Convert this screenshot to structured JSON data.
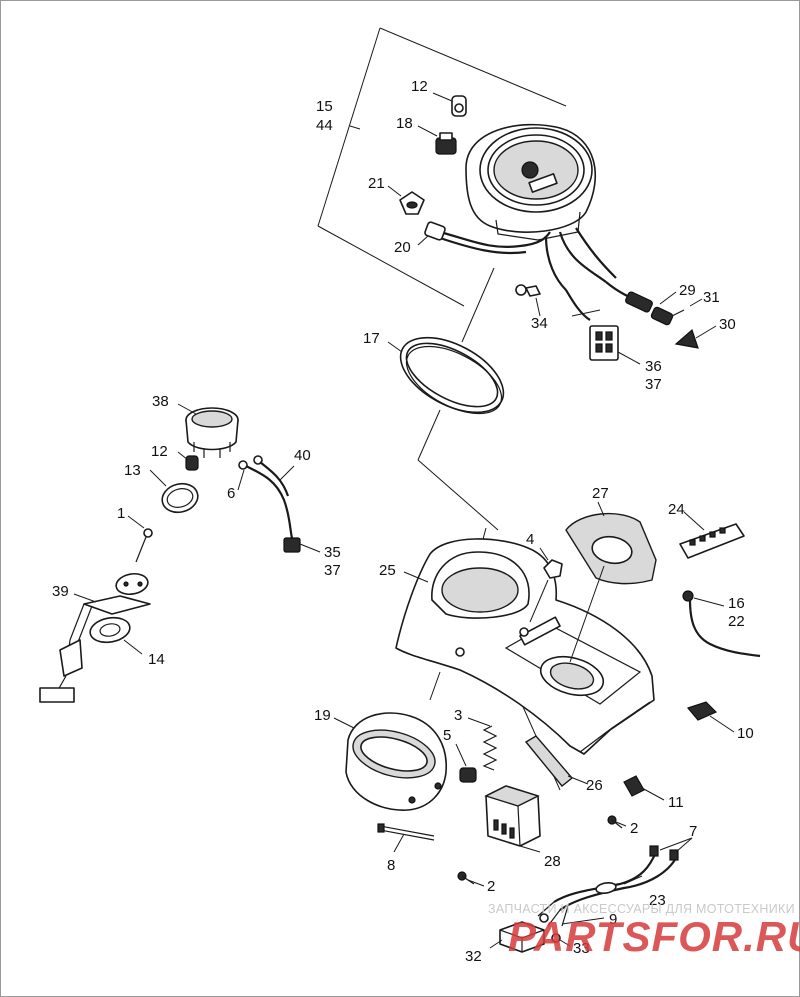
{
  "callouts": [
    {
      "id": "c15",
      "text": "15"
    },
    {
      "id": "c44",
      "text": "44"
    },
    {
      "id": "c12a",
      "text": "12"
    },
    {
      "id": "c18",
      "text": "18"
    },
    {
      "id": "c21",
      "text": "21"
    },
    {
      "id": "c20",
      "text": "20"
    },
    {
      "id": "c29",
      "text": "29"
    },
    {
      "id": "c31",
      "text": "31"
    },
    {
      "id": "c34",
      "text": "34"
    },
    {
      "id": "c30",
      "text": "30"
    },
    {
      "id": "c17",
      "text": "17"
    },
    {
      "id": "c36",
      "text": "36"
    },
    {
      "id": "c37a",
      "text": "37"
    },
    {
      "id": "c38",
      "text": "38"
    },
    {
      "id": "c12b",
      "text": "12"
    },
    {
      "id": "c40",
      "text": "40"
    },
    {
      "id": "c13",
      "text": "13"
    },
    {
      "id": "c6",
      "text": "6"
    },
    {
      "id": "c27",
      "text": "27"
    },
    {
      "id": "c24",
      "text": "24"
    },
    {
      "id": "c1",
      "text": "1"
    },
    {
      "id": "c4",
      "text": "4"
    },
    {
      "id": "c35",
      "text": "35"
    },
    {
      "id": "c37b",
      "text": "37"
    },
    {
      "id": "c25",
      "text": "25"
    },
    {
      "id": "c39",
      "text": "39"
    },
    {
      "id": "c16",
      "text": "16"
    },
    {
      "id": "c22",
      "text": "22"
    },
    {
      "id": "c14",
      "text": "14"
    },
    {
      "id": "c3",
      "text": "3"
    },
    {
      "id": "c19",
      "text": "19"
    },
    {
      "id": "c10",
      "text": "10"
    },
    {
      "id": "c5",
      "text": "5"
    },
    {
      "id": "c26",
      "text": "26"
    },
    {
      "id": "c11",
      "text": "11"
    },
    {
      "id": "c2a",
      "text": "2"
    },
    {
      "id": "c7",
      "text": "7"
    },
    {
      "id": "c8",
      "text": "8"
    },
    {
      "id": "c28",
      "text": "28"
    },
    {
      "id": "c2b",
      "text": "2"
    },
    {
      "id": "c23",
      "text": "23"
    },
    {
      "id": "c9",
      "text": "9"
    },
    {
      "id": "c33",
      "text": "33"
    },
    {
      "id": "c32",
      "text": "32"
    }
  ],
  "watermark": {
    "caption": "ЗАПЧАСТИ И АКСЕССУАРЫ ДЛЯ МОТОТЕХНИКИ",
    "logo": "PARTSFOR.RU",
    "logo_color": "#d63b3b"
  }
}
